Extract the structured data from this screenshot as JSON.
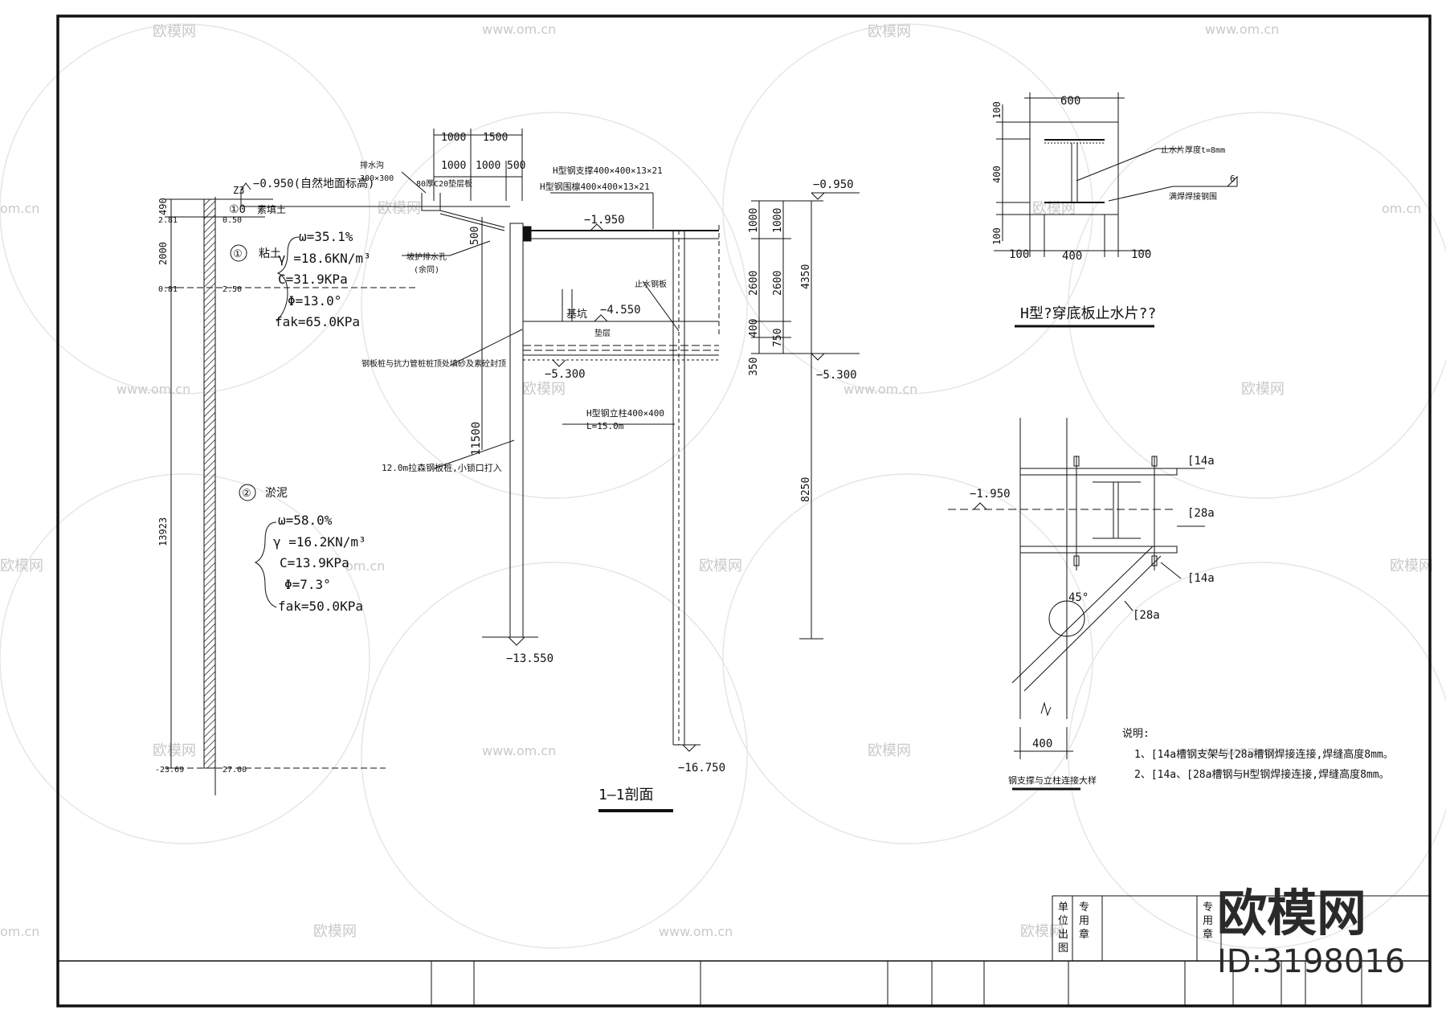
{
  "watermark": {
    "brand": "欧模网",
    "url": "www.om.cn",
    "url_short": "om.cn",
    "id_label": "ID:3198016"
  },
  "soil_column": {
    "label_z3": "Z3",
    "left_elevs": [
      "2.81",
      "0.81",
      "-23.69"
    ],
    "right_elevs": [
      "0.50",
      "2.50",
      "27.00"
    ],
    "dims": [
      "490",
      "2000",
      "13923"
    ],
    "layer0_no": "①0",
    "layer0_name": "素填土",
    "layer1_no": "①",
    "layer1_name": "粘土",
    "layer1_props": [
      "ω=35.1%",
      "γ =18.6KN/m³",
      "C=31.9KPa",
      "Φ=13.0°",
      "fak=65.0KPa"
    ],
    "layer2_no": "②",
    "layer2_name": "淤泥",
    "layer2_props": [
      "ω=58.0%",
      "γ =16.2KN/m³",
      "C=13.9KPa",
      "Φ=7.3°",
      "fak=50.0KPa"
    ]
  },
  "section": {
    "title": "1—1剖面",
    "elev_ground": "−0.950(自然地面标高)",
    "ditch": [
      "排水沟",
      "300×300"
    ],
    "slab": "80厚C20垫层板",
    "slope_note": [
      "坡护排水孔",
      "(余同)"
    ],
    "top_dims": [
      "1000",
      "1500",
      "1000",
      "1000",
      "500"
    ],
    "beam1": "H型钢支撑400×400×13×21",
    "beam2": "H型钢围檩400×400×13×21",
    "elev_brace": "−1.950",
    "elev_exc": "−4.550",
    "exc_label": "基坑",
    "bottom_label": "垫层",
    "water_stop": "止水钢板",
    "pile_note": "钢板桩与抗力管桩桩顶处填砂及素砼封顶",
    "elev_530": "−5.300",
    "col_label": [
      "H型钢立柱400×400",
      "L=15.0m"
    ],
    "sheet_pile": "12.0m拉森钢板桩,小锁口打入",
    "dim_11500": "11500",
    "dim_500": "500",
    "elev_pile_bot": "−13.550",
    "elev_col_bot": "−16.750",
    "right_elev_top": "−0.950",
    "right_elev_530": "−5.300",
    "right_dims_a": [
      "1000",
      "2600",
      "400",
      "350"
    ],
    "right_dims_b": [
      "1000",
      "2600",
      "750"
    ],
    "right_dims_c": [
      "4350",
      "8250"
    ]
  },
  "hdetail": {
    "title": "H型?穿底板止水片??",
    "top_dim": "600",
    "left_dims": [
      "100",
      "400",
      "100"
    ],
    "bot_dims": [
      "100",
      "400",
      "100"
    ],
    "note1": "止水片厚度t=8mm",
    "note2": "满焊焊接钢围",
    "weld": "6"
  },
  "joint": {
    "title": "钢支撑与立柱连接大样",
    "elev": "−1.950",
    "labels": [
      "[14a",
      "[28a",
      "[14a",
      "[28a"
    ],
    "angle": "45°",
    "width": "400",
    "notes_title": "说明:",
    "notes": [
      "1、[14a槽钢支架与[28a槽钢焊接连接,焊缝高度8mm。",
      "2、[14a、[28a槽钢与H型钢焊接连接,焊缝高度8mm。"
    ]
  },
  "titleblock": {
    "cells_a": [
      "单",
      "位",
      "出",
      "图"
    ],
    "cells_b": [
      "专",
      "用",
      "章"
    ],
    "cells_c": [
      "专",
      "用",
      "章"
    ]
  }
}
